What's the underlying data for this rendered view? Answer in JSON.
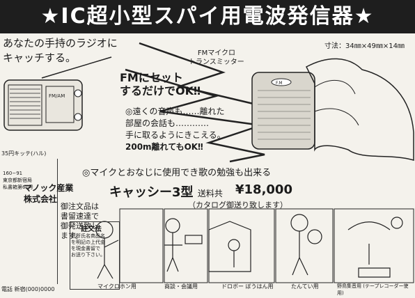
{
  "headline": "★IC超小型スパイ用電波発信器★",
  "lead_lines": [
    "あなたの手持のラジオに",
    "キャッチする。"
  ],
  "dimensions": "寸法：34㎜×49㎜×14㎜",
  "device_lines": [
    "FMマイクロ",
    "トランスミッター"
  ],
  "device_badge": "F.M",
  "radio_label": "FM/AM",
  "set_lines": [
    "FMにセット",
    "するだけでOK‼"
  ],
  "feature1_lines": [
    "◎遠くの音声も……離れた",
    "部屋の会話も…………",
    "手に取るようにきこえる。",
    "200m離れてもOK‼"
  ],
  "feature2": "◎マイクとおなじに使用でき歌の勉強も出来る",
  "product_name": "キャッシー3型",
  "shipping_label": "送料共",
  "price": "¥18,000",
  "catalog_note": "（カタログ御送り致します）",
  "order_note_lines": [
    "御注文品は",
    "書留速達で",
    "御発送致し",
    "ます。"
  ],
  "price_label": "35円キッテ(ハル)",
  "address_lines": [
    "160−91",
    "東京都新宿局",
    "私書箱第60号"
  ],
  "company_lines": [
    "マノック産業",
    "株式会社"
  ],
  "phone": "電話 新宿(000)0000",
  "method_title": "註文法",
  "method_lines": [
    "住所氏名商品名",
    "を明記の上代金",
    "を現金書留で",
    "お送り下さい。"
  ],
  "captions": [
    "マイクロホン用",
    "商談・会議用",
    "ドロボー ぼうはん用",
    "たんてい用",
    "野鳥集音用 (テープレコーダー使用)"
  ]
}
